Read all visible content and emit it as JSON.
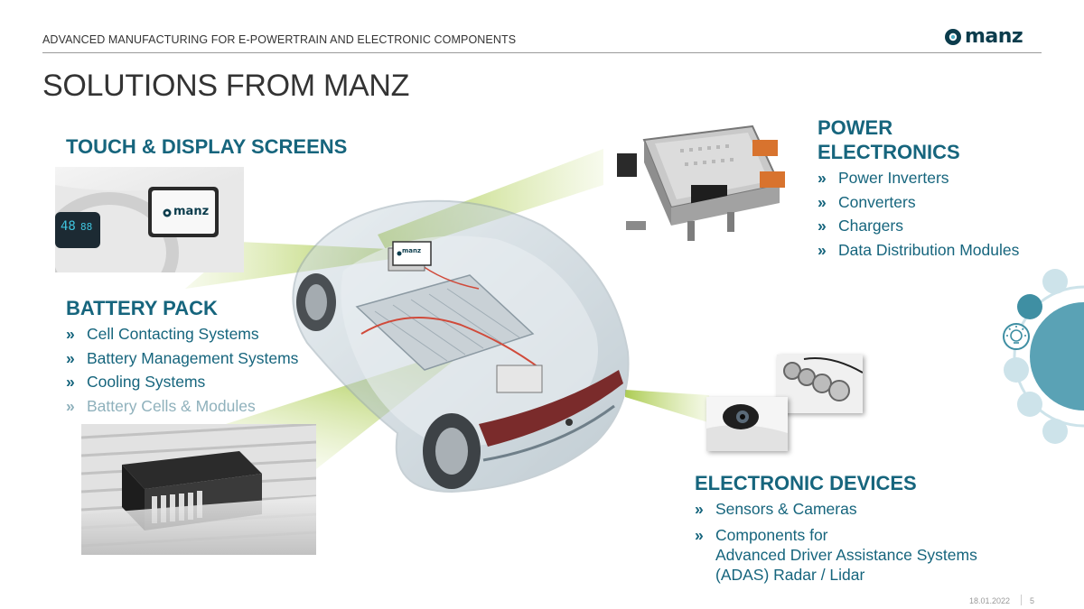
{
  "header": {
    "subtitle": "ADVANCED MANUFACTURING FOR E-POWERTRAIN AND ELECTRONIC COMPONENTS",
    "logo_text": "manz"
  },
  "title": "SOLUTIONS FROM MANZ",
  "touch": {
    "title": "TOUCH & DISPLAY SCREENS",
    "screen_logo": "manz"
  },
  "battery": {
    "title": "BATTERY PACK",
    "items": [
      "Cell Contacting Systems",
      "Battery Management Systems",
      "Cooling Systems",
      "Battery Cells & Modules"
    ]
  },
  "power": {
    "title_line1": "POWER",
    "title_line2": "ELECTRONICS",
    "items": [
      "Power Inverters",
      "Converters",
      "Chargers",
      "Data Distribution Modules"
    ]
  },
  "devices": {
    "title": "ELECTRONIC DEVICES",
    "item1": "Sensors & Cameras",
    "item2_line1": "Components for",
    "item2_line2": "Advanced Driver Assistance Systems",
    "item2_line3": "(ADAS) Radar / Lidar"
  },
  "car_screen_logo": "manz",
  "bullet_glyph": "»",
  "colors": {
    "accent": "#16657d",
    "muted": "#8fb1bc",
    "beam": "#a8c94a",
    "brand": "#0b3c4c",
    "wheel": "#3f8fa3"
  },
  "icons": {
    "wheel_center": "lightbulb-gear-icon"
  },
  "footer": {
    "date": "18.01.2022",
    "page": "5"
  }
}
